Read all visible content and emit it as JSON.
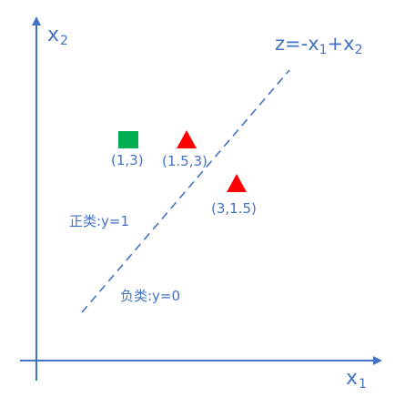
{
  "axes": {
    "x_label": "x",
    "x_sub": "1",
    "y_label": "x",
    "y_sub": "2"
  },
  "boundary": {
    "eq_prefix": "z=-x",
    "eq_sub1": "1",
    "eq_mid": "+x",
    "eq_sub2": "2"
  },
  "points": [
    {
      "label": "(1,3)",
      "shape": "square",
      "color": "#00b050"
    },
    {
      "label": "(1.5,3)",
      "shape": "triangle",
      "color": "#ff0000"
    },
    {
      "label": "(3,1.5)",
      "shape": "triangle",
      "color": "#ff0000"
    }
  ],
  "regions": {
    "positive": "正类:y=1",
    "negative": "负类:y=0"
  },
  "colors": {
    "axis": "#4472c4",
    "boundary": "#4472c4",
    "text": "#4472c4",
    "square": "#00b050",
    "triangle": "#ff0000"
  }
}
